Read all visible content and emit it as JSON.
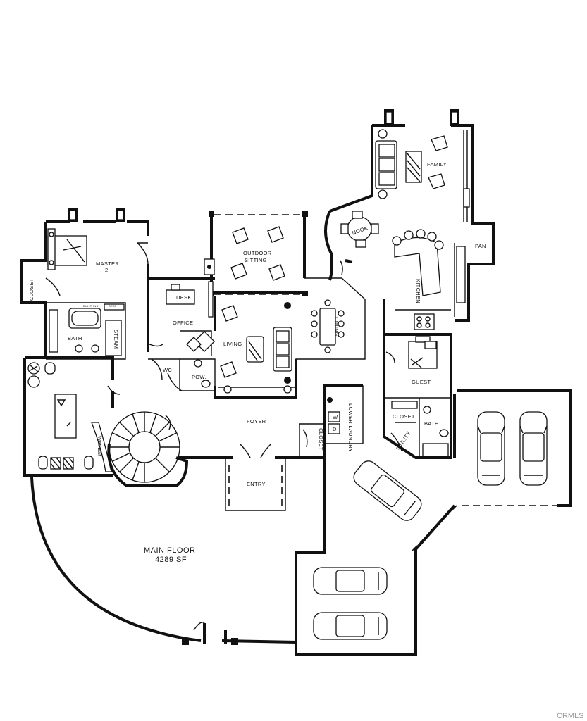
{
  "floor": {
    "name": "MAIN FLOOR",
    "area": "4289 SF"
  },
  "rooms": {
    "family": "FAMILY",
    "nook": "NOOK",
    "pan": "PAN",
    "kitchen": "KITCHEN",
    "master": "MASTER",
    "master_num": "2",
    "closet_master": "CLOSET",
    "outdoor_1": "OUTDOOR",
    "outdoor_2": "SITTING",
    "desk": "DESK",
    "office": "OFFICE",
    "dining": "DINING",
    "bath_master": "BATH",
    "steam": "STEAM",
    "built_ins": "BUILT INS",
    "seat": "SEAT",
    "living": "LIVING",
    "wc": "WC",
    "powder": "POW.",
    "guest": "GUEST",
    "foyer": "FOYER",
    "closet_foyer": "CLOSET",
    "lower_laundry": "LOWER LAUNDRY",
    "closet_guest": "CLOSET",
    "bath_guest": "BATH",
    "utility": "UTILITY",
    "wet_bar": "Wet Bar",
    "entry": "ENTRY",
    "washer": "W",
    "dryer": "D"
  },
  "watermark": "CRMLS"
}
